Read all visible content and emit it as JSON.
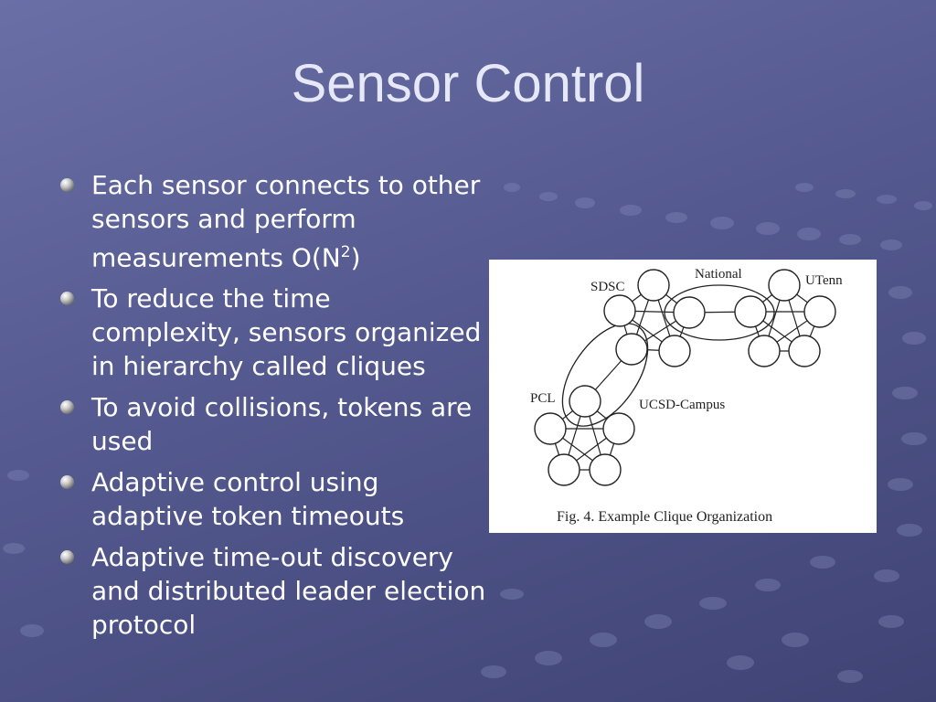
{
  "title": "Sensor Control",
  "bullets": [
    {
      "text": "Each sensor connects to other sensors and perform measurements O(N",
      "sup": "2",
      "tail": ")"
    },
    {
      "text": "To reduce the time complexity, sensors organized in hierarchy called cliques"
    },
    {
      "text": "To avoid collisions, tokens are used"
    },
    {
      "text": "Adaptive control using adaptive token timeouts"
    },
    {
      "text": "Adaptive time-out discovery and distributed leader election protocol"
    }
  ],
  "figure": {
    "labels": {
      "sdsc": "SDSC",
      "national": "National",
      "utenn": "UTenn",
      "pcl": "PCL",
      "ucsd": "UCSD-Campus"
    },
    "caption": "Fig. 4. Example Clique Organization"
  }
}
